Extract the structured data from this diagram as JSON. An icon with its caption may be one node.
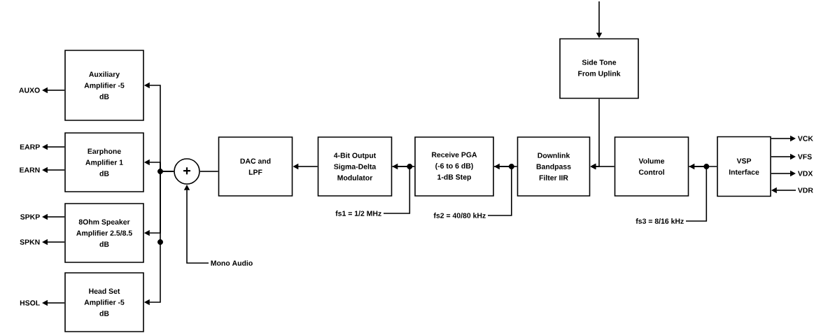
{
  "diagram": {
    "nodes": [
      {
        "text": [
          "Auxiliary Amplifier -5 dB"
        ]
      },
      {
        "text": [
          "Earphone Amplifier 1 dB"
        ]
      },
      {
        "text": [
          "8Ohm Speaker Amplifier 2.5/8.5 dB"
        ]
      },
      {
        "text": [
          "Head Set Amplifier -5 dB"
        ]
      },
      {
        "text": [
          "+"
        ]
      },
      {
        "text": [
          "DAC and LPF"
        ]
      },
      {
        "text": [
          "4-Bit Output Sigma-Delta Modulator"
        ]
      },
      {
        "text": [
          "Receive PGA (-6 to 6 dB) 1-dB Step"
        ]
      },
      {
        "text": [
          "Downlink Bandpass Filter IIR"
        ]
      },
      {
        "text": [
          "Side Tone From Uplink"
        ]
      },
      {
        "text": [
          "Volume Control"
        ]
      },
      {
        "text": [
          "VSP Interface"
        ]
      },
      {
        "text": [
          "AUXO"
        ]
      },
      {
        "text": [
          "EARP"
        ]
      },
      {
        "text": [
          "EARN"
        ]
      },
      {
        "text": [
          "SPKP"
        ]
      },
      {
        "text": [
          "SPKN"
        ]
      },
      {
        "text": [
          "HSOL"
        ]
      },
      {
        "text": [
          "Mono Audio"
        ]
      },
      {
        "text": [
          "fs1 = 1/2 MHz"
        ]
      },
      {
        "text": [
          "fs2 = 40/80 kHz"
        ]
      },
      {
        "text": [
          "fs3 = 8/16 kHz"
        ]
      },
      {
        "text": [
          "VCK"
        ]
      },
      {
        "text": [
          "VFS"
        ]
      },
      {
        "text": [
          "VDX"
        ]
      },
      {
        "text": [
          "VDR"
        ]
      }
    ],
    "edges": [
      {
        "from": 0,
        "to": 12,
        "arrow": "to"
      },
      {
        "from": 1,
        "to": 13,
        "arrow": "to"
      },
      {
        "from": 1,
        "to": 14,
        "arrow": "to"
      },
      {
        "from": 2,
        "to": 15,
        "arrow": "to"
      },
      {
        "from": 2,
        "to": 16,
        "arrow": "to"
      },
      {
        "from": 3,
        "to": 17,
        "arrow": "to"
      },
      {
        "from": 4,
        "to": 0,
        "arrow": "to"
      },
      {
        "from": 4,
        "to": 1,
        "arrow": "to"
      },
      {
        "from": 4,
        "to": 2,
        "arrow": "to"
      },
      {
        "from": 4,
        "to": 3,
        "arrow": "to"
      },
      {
        "from": 5,
        "to": 4,
        "arrow": "none"
      },
      {
        "from": 18,
        "to": 4,
        "arrow": "to"
      },
      {
        "from": 6,
        "to": 5,
        "arrow": "to"
      },
      {
        "from": 7,
        "to": 6,
        "arrow": "to"
      },
      {
        "from": 8,
        "to": 7,
        "arrow": "to"
      },
      {
        "from": 10,
        "to": 8,
        "arrow": "to"
      },
      {
        "from": 9,
        "to": 8,
        "arrow": "to"
      },
      {
        "from": null,
        "to": 9,
        "arrow": "to"
      },
      {
        "from": 19,
        "to": 6,
        "arrow": "none"
      },
      {
        "from": 20,
        "to": 7,
        "arrow": "none"
      },
      {
        "from": 21,
        "to": 10,
        "arrow": "none"
      },
      {
        "from": 11,
        "to": 10,
        "arrow": "to"
      },
      {
        "from": 11,
        "to": 22,
        "arrow": "to"
      },
      {
        "from": 11,
        "to": 23,
        "arrow": "to"
      },
      {
        "from": 11,
        "to": 24,
        "arrow": "to"
      },
      {
        "from": 25,
        "to": 11,
        "arrow": "to"
      }
    ]
  }
}
